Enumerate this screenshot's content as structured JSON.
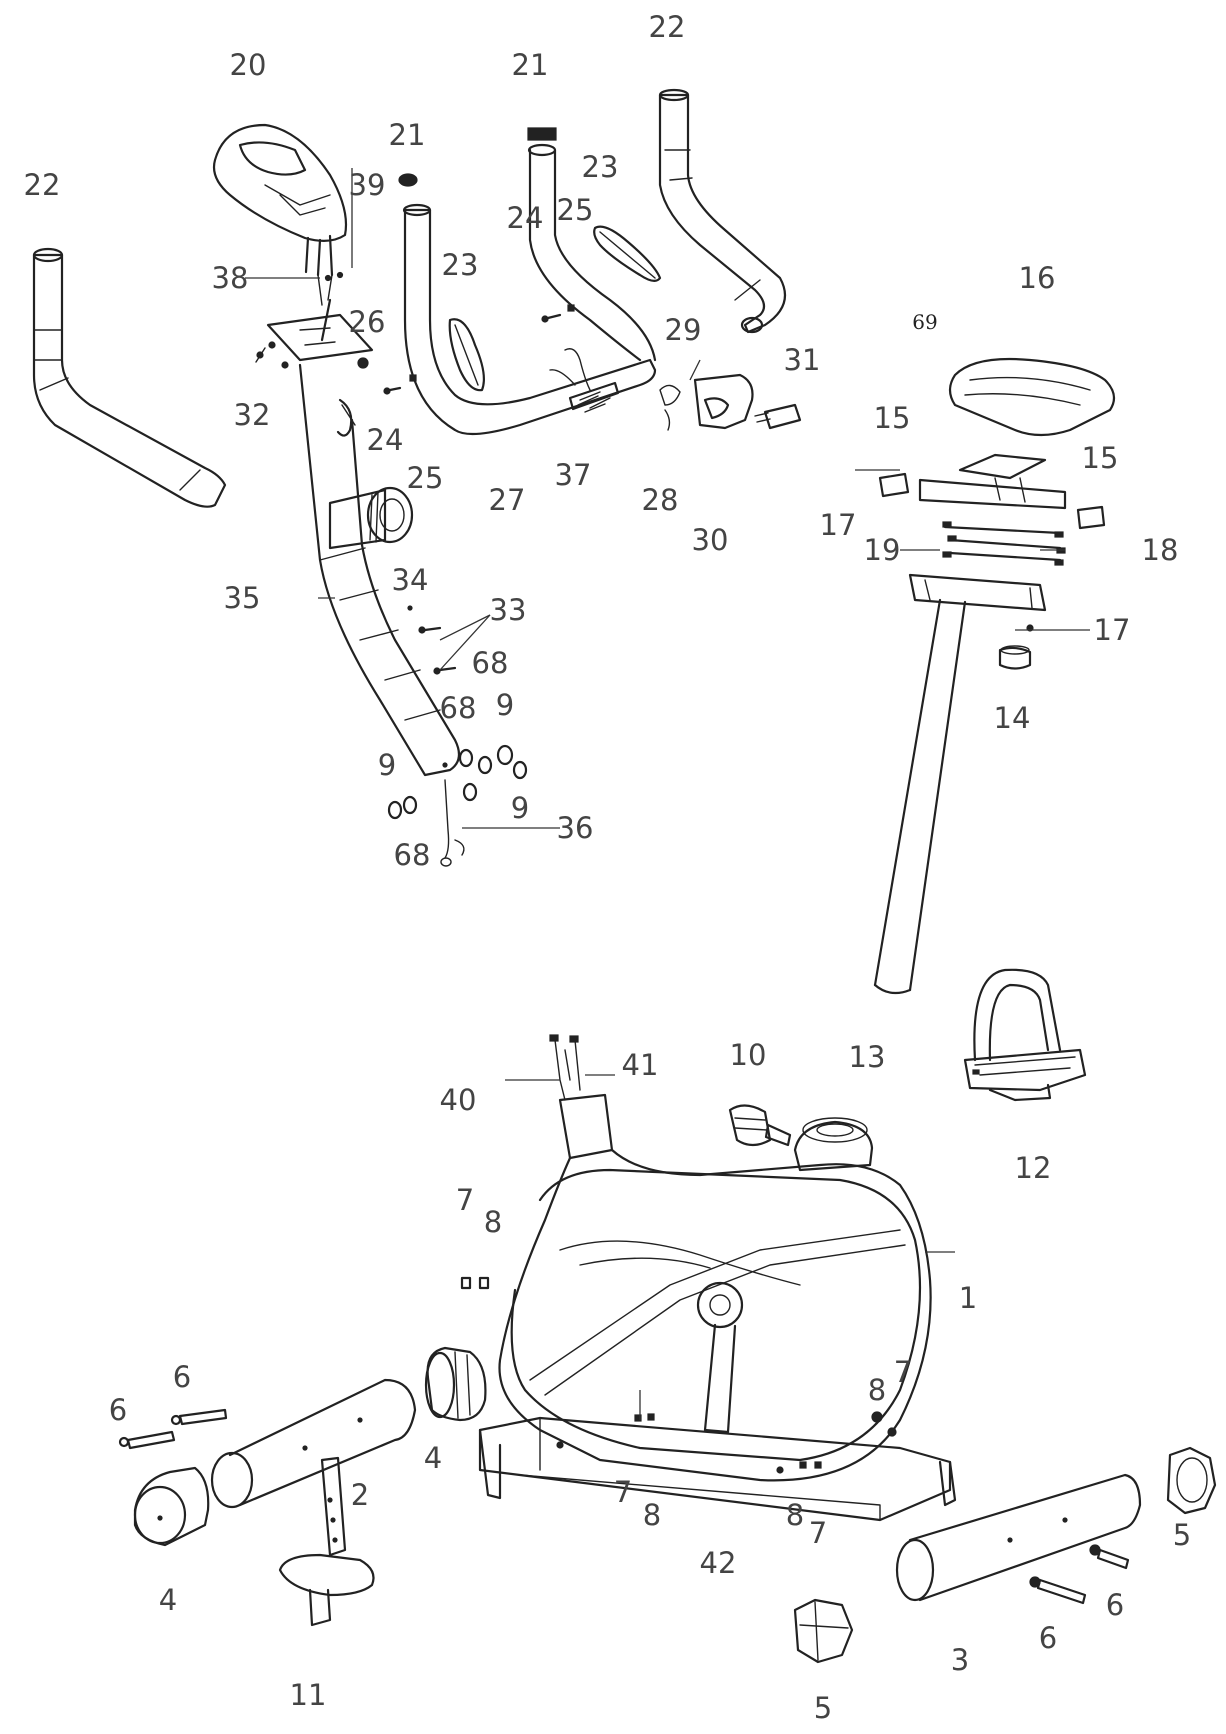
{
  "diagram": {
    "labels": {
      "p1": "1",
      "p2": "2",
      "p3": "3",
      "p4a": "4",
      "p4b": "4",
      "p5a": "5",
      "p5b": "5",
      "p6a": "6",
      "p6b": "6",
      "p6c": "6",
      "p6d": "6",
      "p7a": "7",
      "p7b": "7",
      "p7c": "7",
      "p7d": "7",
      "p8a": "8",
      "p8b": "8",
      "p8c": "8",
      "p8d": "8",
      "p9a": "9",
      "p9b": "9",
      "p9c": "9",
      "p10": "10",
      "p11": "11",
      "p12": "12",
      "p13": "13",
      "p14": "14",
      "p15a": "15",
      "p15b": "15",
      "p16": "16",
      "p17a": "17",
      "p17b": "17",
      "p18": "18",
      "p19": "19",
      "p20": "20",
      "p21a": "21",
      "p21b": "21",
      "p22a": "22",
      "p22b": "22",
      "p23a": "23",
      "p23b": "23",
      "p24a": "24",
      "p24b": "24",
      "p25a": "25",
      "p25b": "25",
      "p26": "26",
      "p27": "27",
      "p28": "28",
      "p29": "29",
      "p30": "30",
      "p31": "31",
      "p32": "32",
      "p33": "33",
      "p34": "34",
      "p35": "35",
      "p36": "36",
      "p37": "37",
      "p38": "38",
      "p39": "39",
      "p40": "40",
      "p41": "41",
      "p42": "42",
      "p68a": "68",
      "p68b": "68",
      "p68c": "68",
      "p69": "69"
    }
  }
}
